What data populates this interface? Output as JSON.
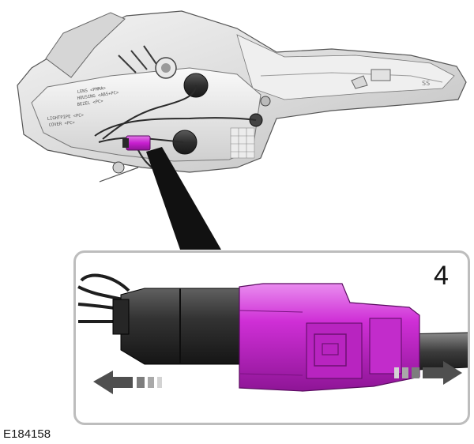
{
  "figure": {
    "step_number": "4",
    "figure_id": "E184158",
    "accent_color": "#c81fd0",
    "connector_dark_color": "#3a3a3a",
    "arrow_color": "#555555",
    "lamp_labels": {
      "line1": "LENS <PMMA>",
      "line2": "HOUSING <ABS+PC>",
      "line3": "BEZEL <PC>",
      "line4": "LIGHTPIPE <PC>",
      "line5": "COVER <PC>"
    }
  }
}
